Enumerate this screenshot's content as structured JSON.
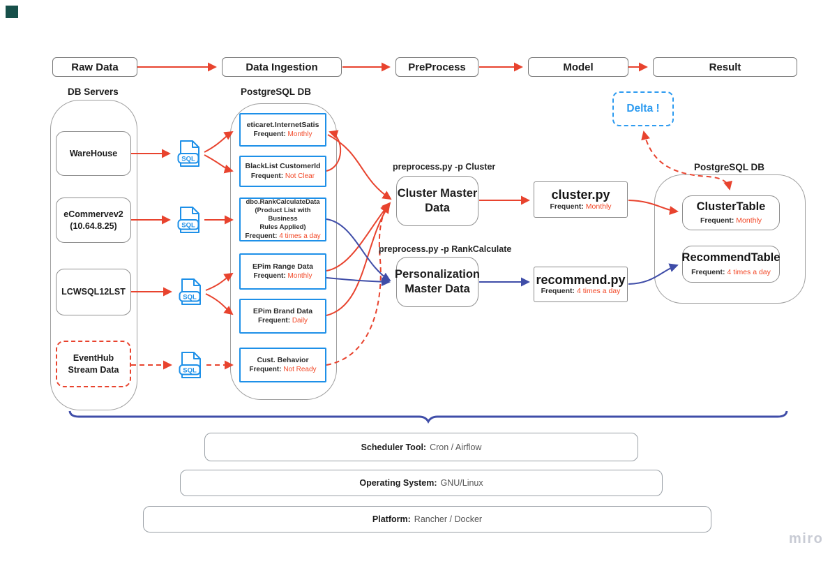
{
  "pipeline": {
    "raw": "Raw Data",
    "ingestion": "Data Ingestion",
    "preprocess": "PreProcess",
    "model": "Model",
    "result": "Result"
  },
  "labels": {
    "frequent": "Frequent:",
    "sql": "SQL"
  },
  "db_servers": {
    "title": "DB Servers",
    "warehouse": "WareHouse",
    "ecommerce_line1": "eCommervev2",
    "ecommerce_line2": "(10.64.8.25)",
    "lcwsql": "LCWSQL12LST",
    "eventhub_line1": "EventHub",
    "eventhub_line2": "Stream Data"
  },
  "postgres_left": {
    "title": "PostgreSQL DB",
    "eticaret": {
      "name": "eticaret.InternetSatis",
      "frequent": "Monthly"
    },
    "blacklist": {
      "name": "BlackList CustomerId",
      "frequent": "Not Clear"
    },
    "rankcalc": {
      "name_line1": "dbo.RankCalculateData",
      "name_line2": "(Product List with Business",
      "name_line3": "Rules Applied)",
      "frequent": "4 times a day"
    },
    "epim_range": {
      "name": "EPim Range Data",
      "frequent": "Monthly"
    },
    "epim_brand": {
      "name": "EPim Brand Data",
      "frequent": "Daily"
    },
    "cust_behavior": {
      "name": "Cust. Behavior",
      "frequent": "Not Ready"
    }
  },
  "preprocess_stage": {
    "cluster_cmd": "preprocess.py -p Cluster",
    "cluster_line1": "Cluster Master",
    "cluster_line2": "Data",
    "rank_cmd": "preprocess.py -p RankCalculate",
    "personalization_line1": "Personalization",
    "personalization_line2": "Master Data"
  },
  "model_stage": {
    "cluster_script": "cluster.py",
    "cluster_frequent": "Monthly",
    "recommend_script": "recommend.py",
    "recommend_frequent": "4 times a day"
  },
  "delta": {
    "label": "Delta !"
  },
  "postgres_right": {
    "title": "PostgreSQL DB",
    "cluster_table": {
      "name": "ClusterTable",
      "frequent": "Monthly"
    },
    "recommend_table": {
      "name": "RecommendTable",
      "frequent": "4 times a day"
    }
  },
  "infrastructure": {
    "scheduler_label": "Scheduler Tool:",
    "scheduler_value": "Cron / Airflow",
    "os_label": "Operating System:",
    "os_value": "GNU/Linux",
    "platform_label": "Platform:",
    "platform_value": "Rancher / Docker"
  },
  "watermark": "miro",
  "colors": {
    "red": "#e8432e",
    "blue": "#1e90e8",
    "indigo": "#3f4da8",
    "frequent_value": "#f24726",
    "delta_blue": "#2d9bf0"
  }
}
